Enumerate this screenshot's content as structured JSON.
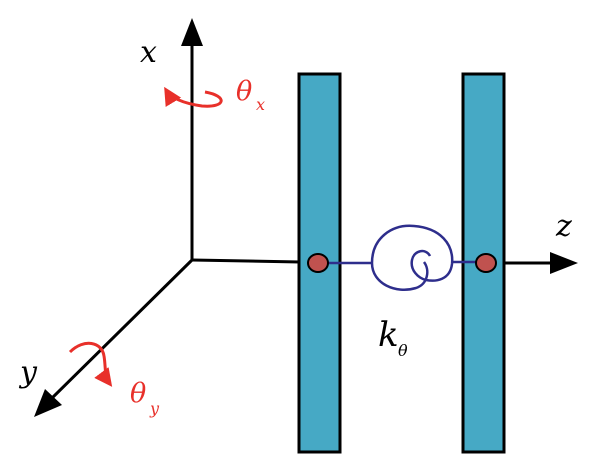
{
  "axes": {
    "x_label": "x",
    "y_label": "y",
    "z_label": "z"
  },
  "rotations": {
    "theta_x": {
      "symbol": "θ",
      "subscript": "x"
    },
    "theta_y": {
      "symbol": "θ",
      "subscript": "y"
    }
  },
  "spring": {
    "symbol": "k",
    "subscript": "θ"
  },
  "colors": {
    "axis": "#000000",
    "rotation_arrow": "#e8302a",
    "plate_fill": "#46a9c5",
    "plate_stroke": "#000000",
    "joint_fill": "#c0524f",
    "spring": "#2e2e8c"
  }
}
